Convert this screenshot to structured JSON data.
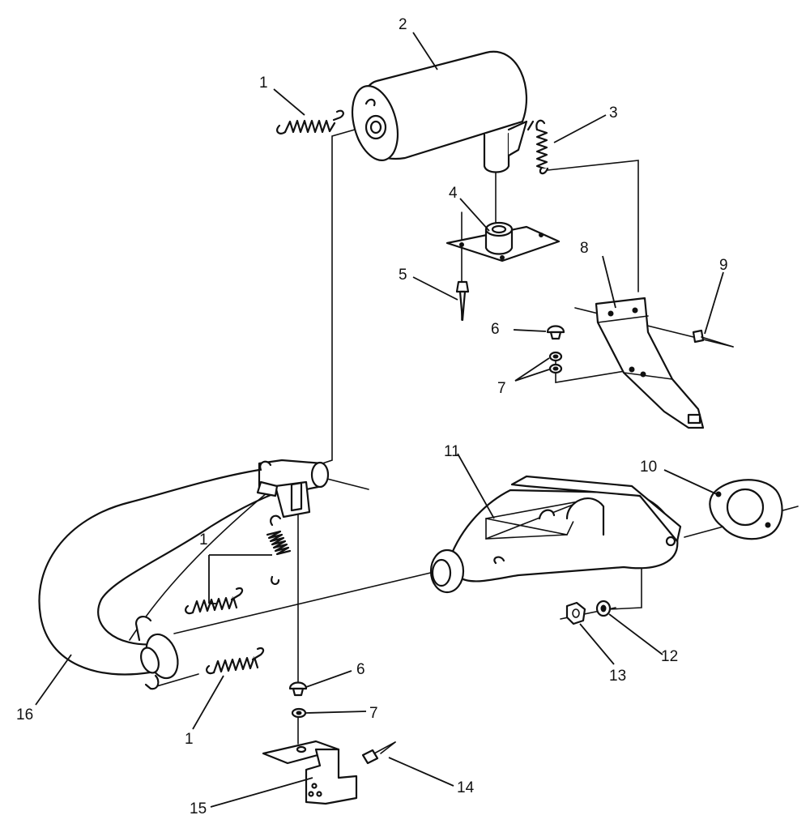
{
  "callouts": {
    "c1a": "1",
    "c1b": "1",
    "c1c": "1",
    "c2": "2",
    "c3": "3",
    "c4": "4",
    "c5": "5",
    "c6a": "6",
    "c6b": "6",
    "c7a": "7",
    "c7b": "7",
    "c8": "8",
    "c9": "9",
    "c10": "10",
    "c11": "11",
    "c12": "12",
    "c13": "13",
    "c14": "14",
    "c15": "15",
    "c16": "16"
  },
  "colors": {
    "line": "#111111",
    "background": "#ffffff"
  }
}
